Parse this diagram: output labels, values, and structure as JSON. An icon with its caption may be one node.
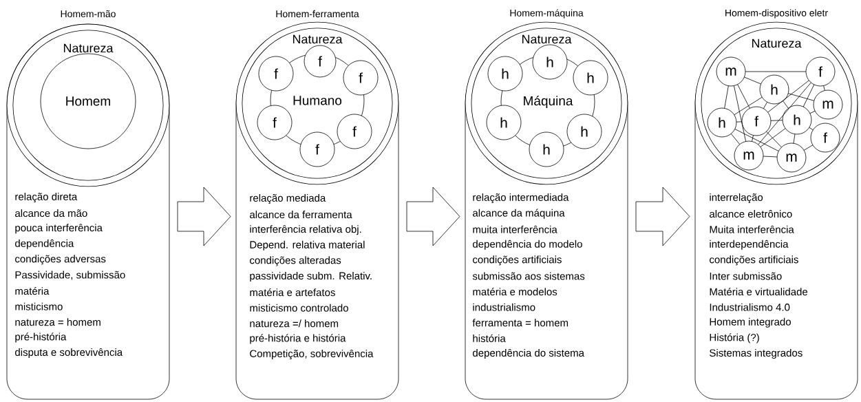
{
  "diagram": {
    "nodes": [
      {
        "text": [
          "Homem-mão",
          "relação direta",
          "alcance da mão",
          "pouca interferência",
          "dependência",
          "condições adversas",
          "Passividade, submissão",
          "matéria",
          "misticismo",
          "natureza = homem",
          "pré-história",
          "disputa e sobrevivência"
        ]
      },
      {
        "text": [
          "Natureza"
        ],
        "in": 0
      },
      {
        "text": [
          "Homem"
        ],
        "in": 1
      },
      {
        "text": [
          "Homem-ferramenta",
          "relação mediada",
          "alcance da ferramenta",
          "interferência relativa obj.",
          "Depend. relativa material",
          "condições alteradas",
          "passividade subm. Relativ.",
          "matéria e artefatos",
          "misticismo controlado",
          "natureza =/ homem",
          "pré-história e história",
          "Competição, sobrevivência"
        ]
      },
      {
        "text": [
          "Natureza"
        ],
        "in": 3
      },
      {
        "text": [
          "Humano"
        ],
        "in": 4
      },
      {
        "text": [
          "f"
        ],
        "in": 4
      },
      {
        "text": [
          "f"
        ],
        "in": 4
      },
      {
        "text": [
          "f"
        ],
        "in": 4
      },
      {
        "text": [
          "f"
        ],
        "in": 4
      },
      {
        "text": [
          "f"
        ],
        "in": 4
      },
      {
        "text": [
          "f"
        ],
        "in": 4
      },
      {
        "text": [
          "Homem-máquina",
          "relação intermediada",
          "alcance da máquina",
          "muita interferência",
          "dependência do modelo",
          "condições artificiais",
          "submissão aos sistemas",
          "matéria e modelos",
          "industrialismo",
          "ferramenta = homem",
          "história",
          "dependência do sistema"
        ]
      },
      {
        "text": [
          "Natureza"
        ],
        "in": 12
      },
      {
        "text": [
          "Máquina"
        ],
        "in": 13
      },
      {
        "text": [
          "h"
        ],
        "in": 13
      },
      {
        "text": [
          "h"
        ],
        "in": 13
      },
      {
        "text": [
          "h"
        ],
        "in": 13
      },
      {
        "text": [
          "h"
        ],
        "in": 13
      },
      {
        "text": [
          "h"
        ],
        "in": 13
      },
      {
        "text": [
          "h"
        ],
        "in": 13
      },
      {
        "text": [
          "Homem-dispositivo eletr",
          "interrelação",
          "alcance eletrônico",
          "Muita interferência",
          "interdependência",
          "condições artificiais",
          "Inter submissão",
          "Matéria e virtualidade",
          "Industrialismo 4.0",
          "Homem integrado",
          "História (?)",
          "Sistemas integrados"
        ]
      },
      {
        "text": [
          "Natureza"
        ],
        "in": 21
      },
      {
        "text": [
          "m"
        ],
        "in": 22
      },
      {
        "text": [
          "f"
        ],
        "in": 22
      },
      {
        "text": [
          "h"
        ],
        "in": 22
      },
      {
        "text": [
          "m"
        ],
        "in": 22
      },
      {
        "text": [
          "h"
        ],
        "in": 22
      },
      {
        "text": [
          "f"
        ],
        "in": 22
      },
      {
        "text": [
          "h"
        ],
        "in": 22
      },
      {
        "text": [
          "f"
        ],
        "in": 22
      },
      {
        "text": [
          "m"
        ],
        "in": 22
      },
      {
        "text": [
          "m"
        ],
        "in": 22
      }
    ],
    "edges": [
      {
        "from": 0,
        "to": 3,
        "arrow": "to"
      },
      {
        "from": 3,
        "to": 12,
        "arrow": "to"
      },
      {
        "from": 12,
        "to": 21,
        "arrow": "to"
      },
      {
        "from": 23,
        "to": 24,
        "arrow": "none"
      },
      {
        "from": 23,
        "to": 25,
        "arrow": "none"
      },
      {
        "from": 23,
        "to": 27,
        "arrow": "none"
      },
      {
        "from": 23,
        "to": 28,
        "arrow": "none"
      },
      {
        "from": 23,
        "to": 31,
        "arrow": "none"
      },
      {
        "from": 28,
        "to": 31,
        "arrow": "none"
      },
      {
        "from": 24,
        "to": 28,
        "arrow": "none"
      },
      {
        "from": 24,
        "to": 29,
        "arrow": "none"
      },
      {
        "from": 24,
        "to": 31,
        "arrow": "none"
      },
      {
        "from": 25,
        "to": 26,
        "arrow": "none"
      },
      {
        "from": 25,
        "to": 28,
        "arrow": "none"
      },
      {
        "from": 25,
        "to": 29,
        "arrow": "none"
      },
      {
        "from": 24,
        "to": 26,
        "arrow": "none"
      },
      {
        "from": 27,
        "to": 32,
        "arrow": "none"
      },
      {
        "from": 27,
        "to": 25,
        "arrow": "none"
      },
      {
        "from": 27,
        "to": 28,
        "arrow": "none"
      },
      {
        "from": 27,
        "to": 31,
        "arrow": "none"
      },
      {
        "from": 28,
        "to": 29,
        "arrow": "none"
      },
      {
        "from": 28,
        "to": 32,
        "arrow": "none"
      },
      {
        "from": 29,
        "to": 30,
        "arrow": "none"
      },
      {
        "from": 29,
        "to": 31,
        "arrow": "none"
      },
      {
        "from": 29,
        "to": 32,
        "arrow": "none"
      },
      {
        "from": 31,
        "to": 32,
        "arrow": "none"
      },
      {
        "from": 32,
        "to": 30,
        "arrow": "none"
      },
      {
        "from": 26,
        "to": 29,
        "arrow": "none"
      }
    ]
  }
}
